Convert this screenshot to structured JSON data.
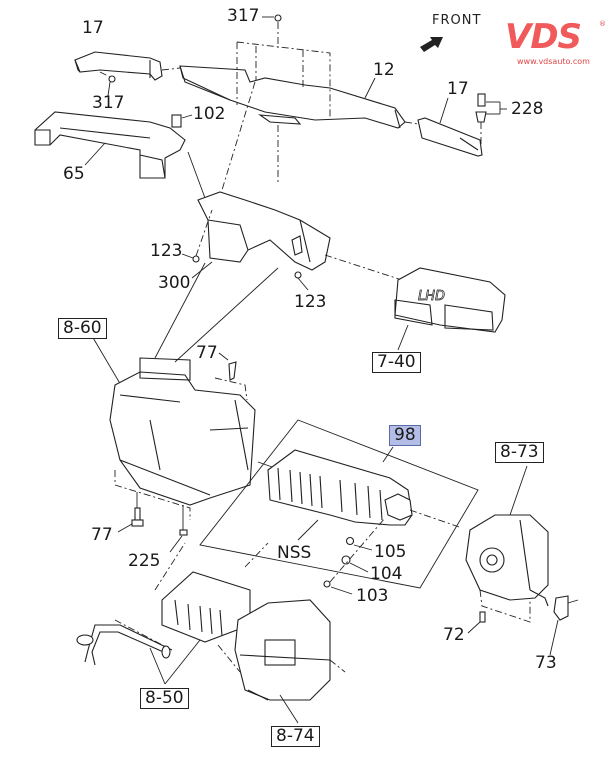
{
  "watermark": {
    "brand": "VDS",
    "registered_mark": "®",
    "url": "www.vdsauto.com",
    "color": "#f05a5a"
  },
  "orientation": {
    "label": "FRONT",
    "icon": "arrow-up-right-icon"
  },
  "callouts": {
    "p317_top": "317",
    "p17_left": "17",
    "p317_left": "317",
    "p12": "12",
    "p17_right": "17",
    "p228": "228",
    "p102": "102",
    "p65": "65",
    "p123_left": "123",
    "p300": "300",
    "p123_right": "123",
    "ref_7_40": "7-40",
    "ref_8_60": "8-60",
    "p77_top": "77",
    "p98": "98",
    "ref_8_73": "8-73",
    "p77_bottom": "77",
    "p225": "225",
    "nss": "NSS",
    "p105": "105",
    "p104": "104",
    "p103": "103",
    "p72": "72",
    "p73": "73",
    "ref_8_50": "8-50",
    "ref_8_74": "8-74"
  },
  "embossed_text": {
    "lhd": "LHD"
  },
  "highlight": {
    "selected_part": "98",
    "color": "#b4bde6"
  }
}
